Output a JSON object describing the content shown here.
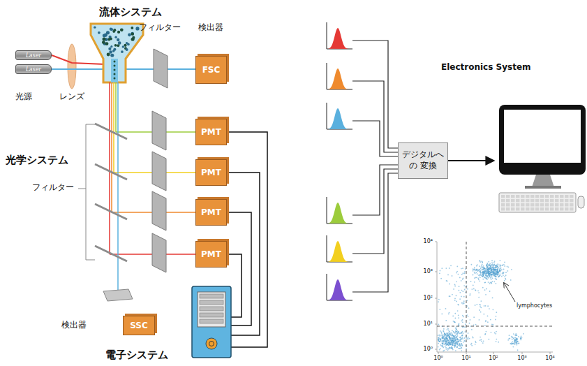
{
  "diagram": {
    "nodes": [
      {
        "text": [
          "Laser"
        ]
      },
      {
        "text": [
          "Laser"
        ]
      },
      {
        "text": [
          "FSC"
        ]
      },
      {
        "text": [
          "PMT"
        ]
      },
      {
        "text": [
          "PMT"
        ]
      },
      {
        "text": [
          "PMT"
        ]
      },
      {
        "text": [
          "PMT"
        ]
      },
      {
        "text": [
          "SSC"
        ]
      },
      {
        "text": [
          "デジタルへの 変換"
        ]
      }
    ],
    "labels": [
      "流体システム",
      "フィルター",
      "検出器",
      "光源",
      "レンズ",
      "光学システム",
      "フィルター",
      "検出器",
      "電子システム",
      "Electronics System",
      "lymphocytes",
      "10⁴",
      "10³",
      "10²",
      "10¹",
      "10⁰",
      "10⁰",
      "10¹",
      "10²",
      "10³",
      "10⁴"
    ]
  }
}
